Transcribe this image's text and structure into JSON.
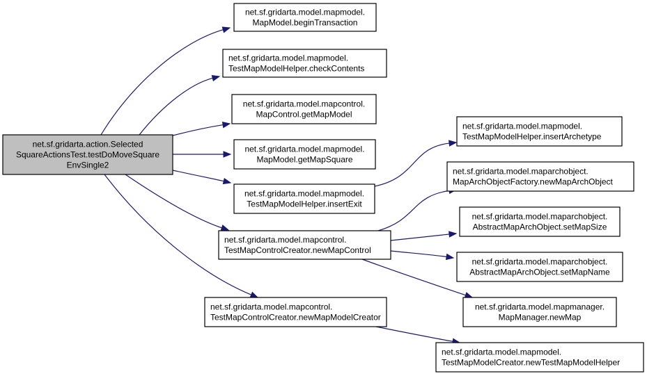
{
  "diagram": {
    "type": "call-graph",
    "colors": {
      "edge": "#191970",
      "root_fill": "#bfbfbf",
      "node_fill": "#ffffff",
      "node_border": "#000000"
    },
    "nodes": [
      {
        "id": "root",
        "role": "root",
        "lines": [
          "net.sf.gridarta.action.Selected",
          "SquareActionsTest.testDoMoveSquare",
          "EnvSingle2"
        ],
        "align": "center"
      },
      {
        "id": "beginTransaction",
        "lines": [
          "net.sf.gridarta.model.mapmodel.",
          "MapModel.beginTransaction"
        ],
        "align": "center"
      },
      {
        "id": "checkContents",
        "lines": [
          "net.sf.gridarta.model.mapmodel.",
          "TestMapModelHelper.checkContents"
        ],
        "align": "left"
      },
      {
        "id": "getMapModel",
        "lines": [
          "net.sf.gridarta.model.mapcontrol.",
          "MapControl.getMapModel"
        ],
        "align": "center"
      },
      {
        "id": "getMapSquare",
        "lines": [
          "net.sf.gridarta.model.mapmodel.",
          "MapModel.getMapSquare"
        ],
        "align": "center"
      },
      {
        "id": "insertExit",
        "lines": [
          "net.sf.gridarta.model.mapmodel.",
          "TestMapModelHelper.insertExit"
        ],
        "align": "center"
      },
      {
        "id": "newMapControl",
        "lines": [
          "net.sf.gridarta.model.mapcontrol.",
          "TestMapControlCreator.newMapControl"
        ],
        "align": "left"
      },
      {
        "id": "newMapModelCreator",
        "lines": [
          "net.sf.gridarta.model.mapcontrol.",
          "TestMapControlCreator.newMapModelCreator"
        ],
        "align": "left"
      },
      {
        "id": "insertArchetype",
        "lines": [
          "net.sf.gridarta.model.mapmodel.",
          "TestMapModelHelper.insertArchetype"
        ],
        "align": "left"
      },
      {
        "id": "newMapArchObject",
        "lines": [
          "net.sf.gridarta.model.maparchobject.",
          "MapArchObjectFactory.newMapArchObject"
        ],
        "align": "left"
      },
      {
        "id": "setMapSize",
        "lines": [
          "net.sf.gridarta.model.maparchobject.",
          "AbstractMapArchObject.setMapSize"
        ],
        "align": "center"
      },
      {
        "id": "setMapName",
        "lines": [
          "net.sf.gridarta.model.maparchobject.",
          "AbstractMapArchObject.setMapName"
        ],
        "align": "center"
      },
      {
        "id": "newMap",
        "lines": [
          "net.sf.gridarta.model.mapmanager.",
          "MapManager.newMap"
        ],
        "align": "center"
      },
      {
        "id": "newTestMapModelHelper",
        "lines": [
          "net.sf.gridarta.model.mapmodel.",
          "TestMapModelCreator.newTestMapModelHelper"
        ],
        "align": "left"
      }
    ],
    "edges": [
      {
        "from": "root",
        "to": "beginTransaction"
      },
      {
        "from": "root",
        "to": "checkContents"
      },
      {
        "from": "root",
        "to": "getMapModel"
      },
      {
        "from": "root",
        "to": "getMapSquare"
      },
      {
        "from": "root",
        "to": "insertExit"
      },
      {
        "from": "root",
        "to": "newMapControl"
      },
      {
        "from": "root",
        "to": "newMapModelCreator"
      },
      {
        "from": "insertExit",
        "to": "insertArchetype"
      },
      {
        "from": "newMapControl",
        "to": "newMapArchObject"
      },
      {
        "from": "newMapControl",
        "to": "setMapSize"
      },
      {
        "from": "newMapControl",
        "to": "setMapName"
      },
      {
        "from": "newMapControl",
        "to": "newMap"
      },
      {
        "from": "newMapModelCreator",
        "to": "newTestMapModelHelper"
      }
    ]
  }
}
